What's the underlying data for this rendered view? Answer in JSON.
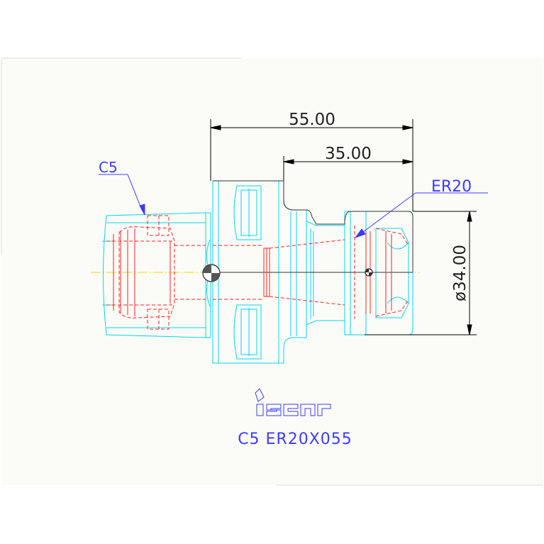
{
  "dimensions": {
    "overall_length": "55.00",
    "holder_length": "35.00",
    "diameter": "ø34.00"
  },
  "callouts": {
    "left": "C5",
    "right": "ER20"
  },
  "brand": {
    "logo_text": "iscar",
    "model": "C5 ER20X055"
  },
  "colors": {
    "outline": "#00d8ec",
    "hidden": "#ff2020",
    "dimension": "#000000",
    "annotation": "#3c3cff",
    "centerline": "#ffd000",
    "background": "#fbfcf7"
  }
}
